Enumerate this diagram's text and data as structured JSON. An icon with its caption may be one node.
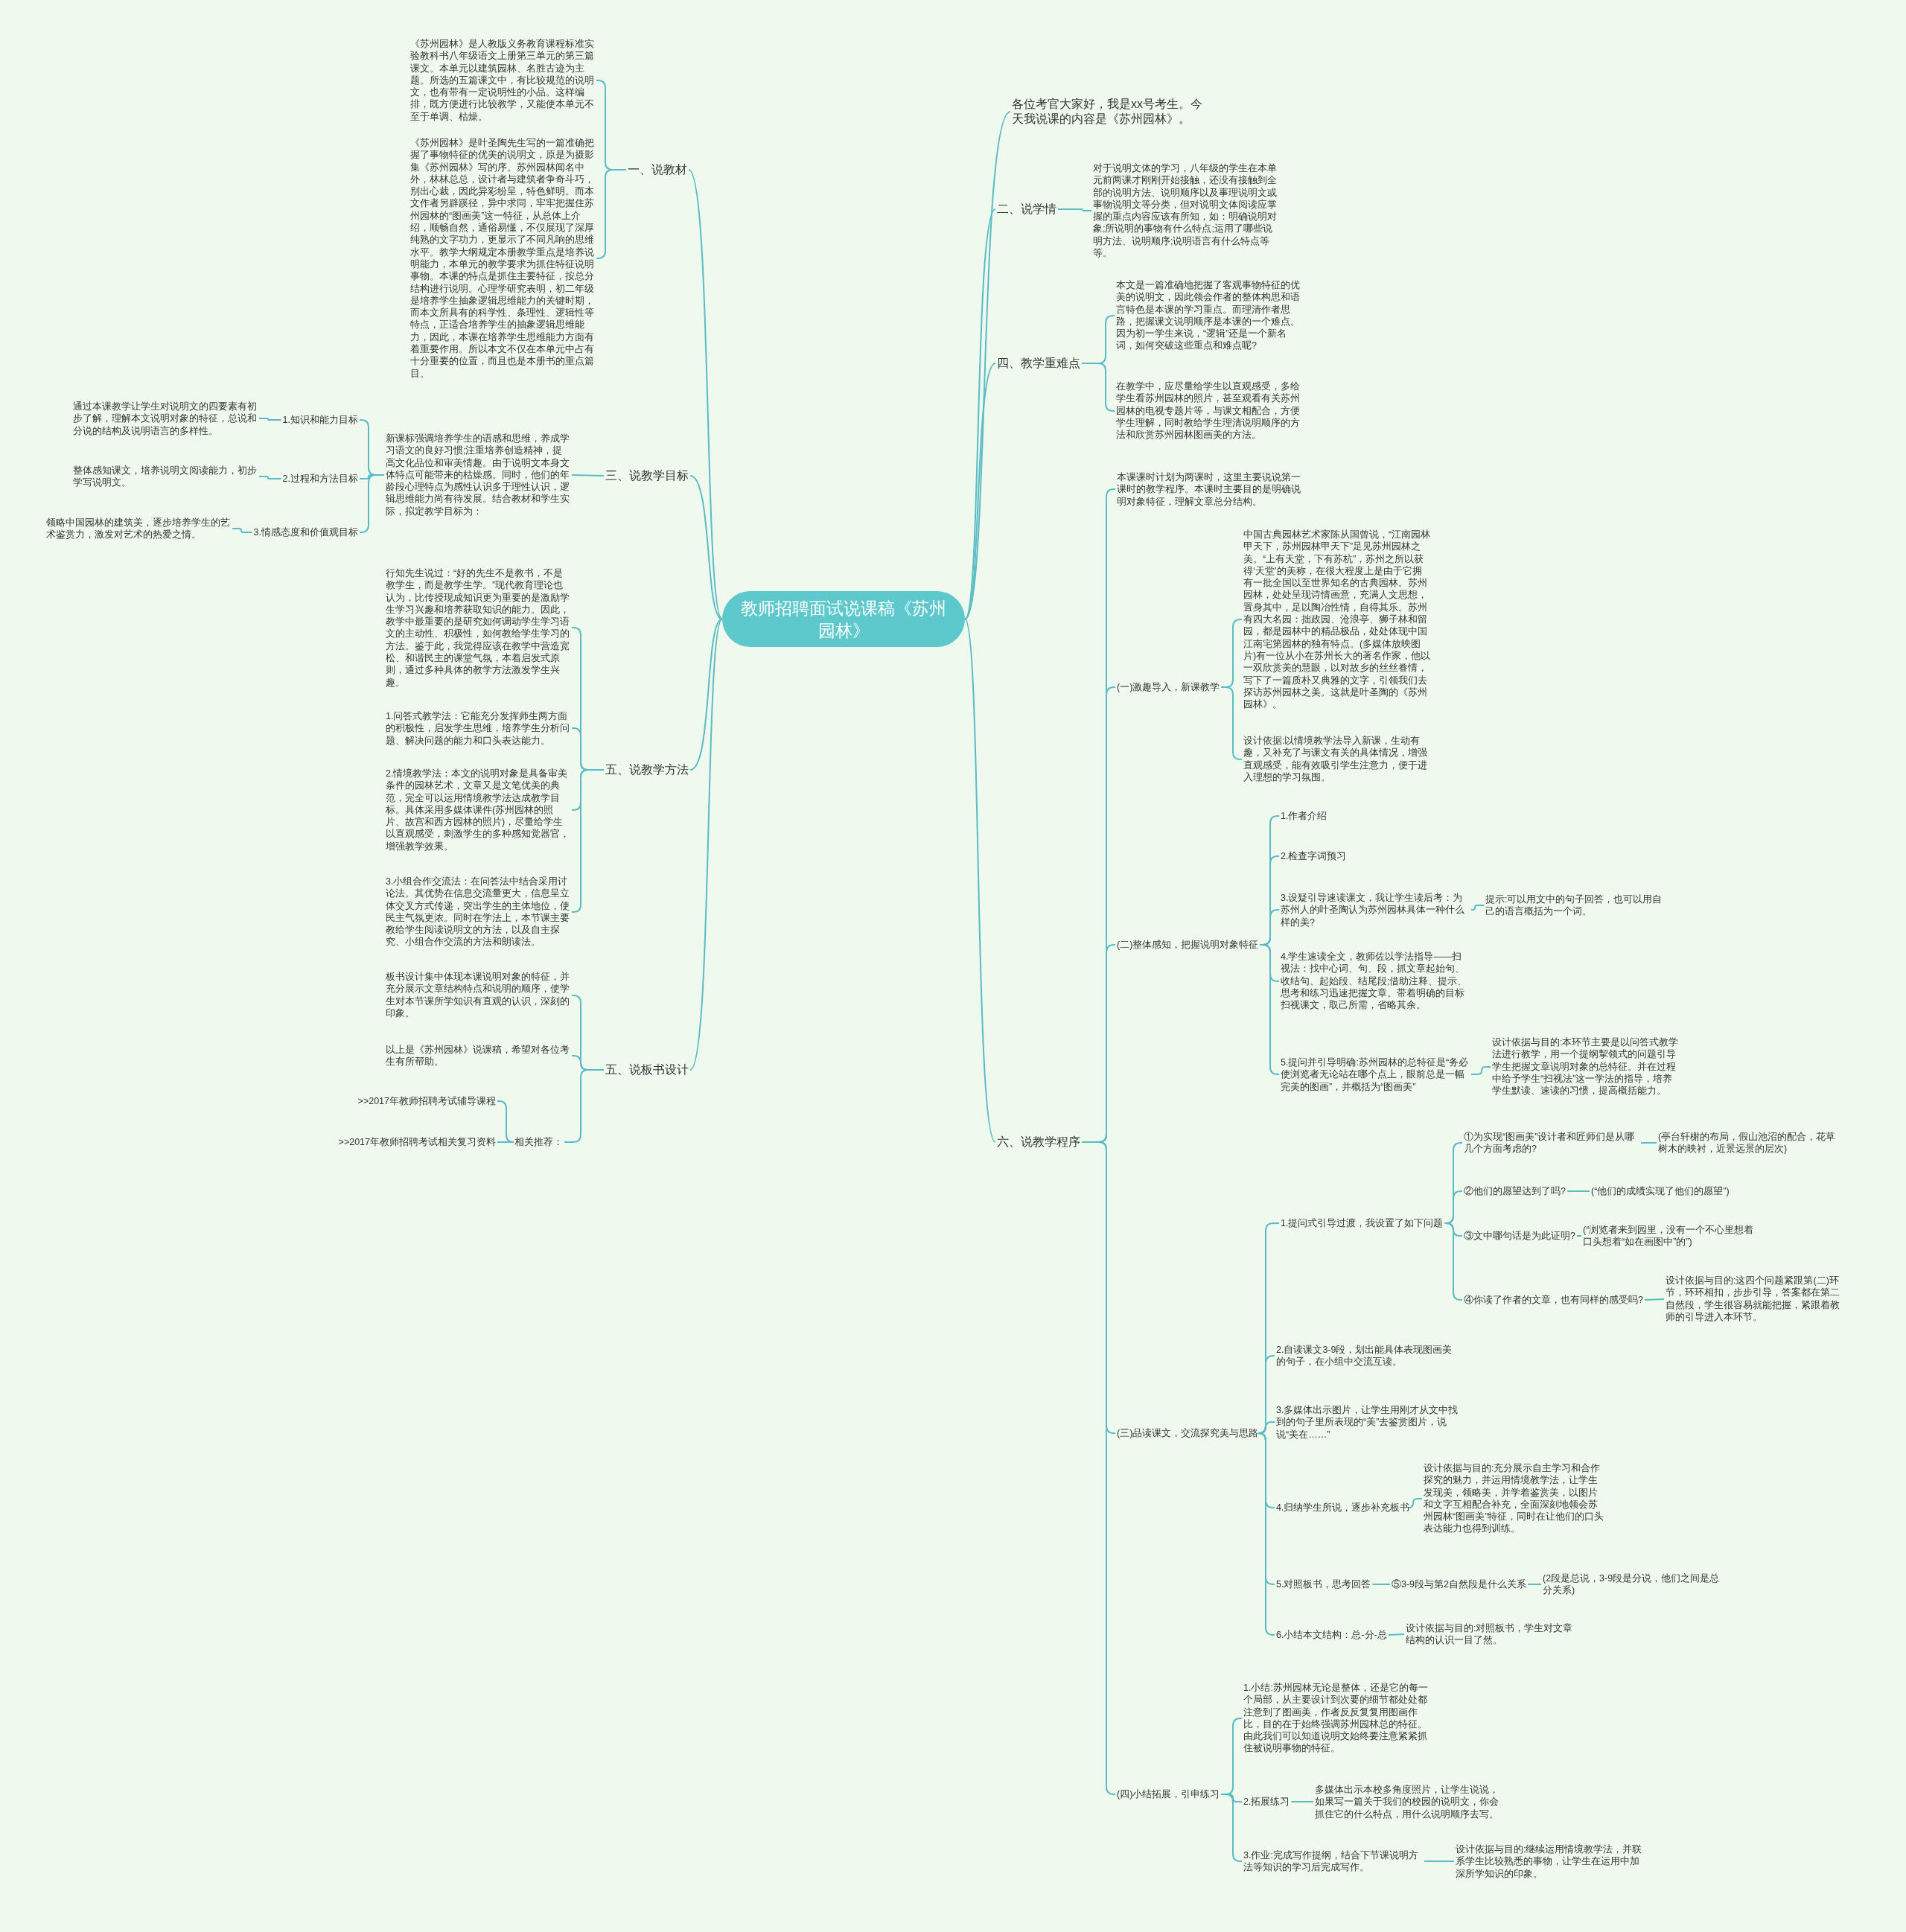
{
  "diagram": {
    "nodes": [
      {
        "text": [
          "教师招聘面试说课稿《苏州园林》"
        ]
      },
      {
        "text": [
          "各位考官大家好，我是xx号考生。今天我说课的内容是《苏州园林》。"
        ]
      },
      {
        "text": [
          "二、说学情"
        ]
      },
      {
        "text": [
          "对于说明文体的学习，八年级的学生在本单元前两课才刚刚开始接触，还没有接触到全部的说明方法、说明顺序以及事理说明文或事物说明文等分类，但对说明文体阅读应掌握的重点内容应该有所知，如：明确说明对象;所说明的事物有什么特点;运用了哪些说明方法、说明顺序;说明语言有什么特点等等。"
        ]
      },
      {
        "text": [
          "四、教学重难点"
        ]
      },
      {
        "text": [
          "本文是一篇准确地把握了客观事物特征的优美的说明文，因此领会作者的整体构思和语言特色是本课的学习重点。而理清作者思路，把握课文说明顺序是本课的一个难点。因为初一学生来说，“逻辑”还是一个新名词，如何突破这些重点和难点呢?"
        ]
      },
      {
        "text": [
          "在教学中，应尽量给学生以直观感受，多给学生看苏州园林的照片，甚至观看有关苏州园林的电视专题片等，与课文相配合，方便学生理解，同时教给学生理清说明顺序的方法和欣赏苏州园林图画美的方法。"
        ]
      },
      {
        "text": [
          "六、说教学程序"
        ]
      },
      {
        "text": [
          "本课课时计划为两课时，这里主要说说第一课时的教学程序。本课时主要目的是明确说明对象特征，理解文章总分结构。"
        ]
      },
      {
        "text": [
          "(一)激趣导入，新课教学"
        ]
      },
      {
        "text": [
          "中国古典园林艺术家陈从国曾说，“江南园林甲天下，苏州园林甲天下”足见苏州园林之美。“上有天堂，下有苏杭”，苏州之所以获得‘天堂’的美称，在很大程度上是由于它拥有一批全国以至世界知名的古典园林。苏州园林，处处呈现诗情画意，充满人文思想，置身其中，足以陶冶性情，自得其乐。苏州有四大名园：拙政园、沧浪亭、狮子林和留园，都是园林中的精品极品，处处体现中国江南宅第园林的独有特点。(多媒体放映图片)有一位从小在苏州长大的著名作家，他以一双欣赏美的慧眼，以对故乡的丝丝眷情，写下了一篇质朴又典雅的文字，引领我们去探访苏州园林之美。这就是叶圣陶的《苏州园林》。"
        ]
      },
      {
        "text": [
          "设计依据:以情境教学法导入新课，生动有趣，又补充了与课文有关的具体情况，增强直观感受，能有效吸引学生注意力，便于进入理想的学习氛围。"
        ]
      },
      {
        "text": [
          "(二)整体感知，把握说明对象特征"
        ]
      },
      {
        "text": [
          "1.作者介绍"
        ]
      },
      {
        "text": [
          "2.检查字词预习"
        ]
      },
      {
        "text": [
          "3.设疑引导速读课文，我让学生读后考：为苏州人的叶圣陶认为苏州园林具体一种什么样的美?"
        ]
      },
      {
        "text": [
          "提示:可以用文中的句子回答，也可以用自己的语言概括为一个词。"
        ]
      },
      {
        "text": [
          "4.学生速读全文，教师佐以学法指导——扫视法：找中心词、句、段，抓文章起始句、收结句、起始段、结尾段;借助注释、提示、思考和练习迅速把握文章。带着明确的目标扫视课文，取己所需，省略其余。"
        ]
      },
      {
        "text": [
          "5.提问并引导明确:苏州园林的总特征是“务必使浏览者无论站在哪个点上，眼前总是一幅完美的图画”，并概括为“图画美”"
        ]
      },
      {
        "text": [
          "设计依据与目的:本环节主要是以问答式教学法进行教学，用一个提纲挈领式的问题引导学生把握文章说明对象的总特征。并在过程中给予学生“扫视法”这一学法的指导，培养学生默读、速读的习惯，提高概括能力。"
        ]
      },
      {
        "text": [
          "(三)品读课文，交流探究美与思路"
        ]
      },
      {
        "text": [
          "1.提问式引导过渡，我设置了如下问题"
        ]
      },
      {
        "text": [
          "①为实现“图画美”设计者和匠师们是从哪几个方面考虑的?"
        ]
      },
      {
        "text": [
          "(亭台轩榭的布局，假山池沼的配合，花草树木的映衬，近景远景的层次)"
        ]
      },
      {
        "text": [
          "②他们的愿望达到了吗?"
        ]
      },
      {
        "text": [
          "(“他们的成绩实现了他们的愿望”)"
        ]
      },
      {
        "text": [
          "③文中哪句话是为此证明?"
        ]
      },
      {
        "text": [
          "(“浏览者来到园里，没有一个不心里想着口头想着“如在画图中”的”)"
        ]
      },
      {
        "text": [
          "④你读了作者的文章，也有同样的感受吗?"
        ]
      },
      {
        "text": [
          "设计依据与目的:这四个问题紧跟第(二)环节，环环相扣，步步引导，答案都在第二自然段，学生很容易就能把握，紧跟着教师的引导进入本环节。"
        ]
      },
      {
        "text": [
          "2.自读课文3-9段，划出能具体表现图画美的句子，在小组中交流互读。"
        ]
      },
      {
        "text": [
          "3.多媒体出示图片，让学生用刚才从文中找到的句子里所表现的“美”去鉴赏图片，说说“美在……”"
        ]
      },
      {
        "text": [
          "4.归纳学生所说，逐步补充板书"
        ]
      },
      {
        "text": [
          "设计依据与目的:充分展示自主学习和合作探究的魅力，并运用情境教学法，让学生发现美，领略美，并学着鉴赏美，以图片和文字互相配合补充，全面深刻地领会苏州园林“图画美”特征，同时在让他们的口头表达能力也得到训练。"
        ]
      },
      {
        "text": [
          "5.对照板书，思考回答"
        ]
      },
      {
        "text": [
          "⑤3-9段与第2自然段是什么关系"
        ]
      },
      {
        "text": [
          "(2段是总说，3-9段是分说，他们之间是总分关系)"
        ]
      },
      {
        "text": [
          "6.小结本文结构：总-分-总"
        ]
      },
      {
        "text": [
          "设计依据与目的:对照板书，学生对文章结构的认识一目了然。"
        ]
      },
      {
        "text": [
          "(四)小结拓展，引申练习"
        ]
      },
      {
        "text": [
          "1.小结:苏州园林无论是整体，还是它的每一个局部，从主要设计到次要的细节都处处都注意到了图画美，作者反反复复用图画作比，目的在于始终强调苏州园林总的特征。由此我们可以知道说明文始终要注意紧紧抓住被说明事物的特征。"
        ]
      },
      {
        "text": [
          "2.拓展练习"
        ]
      },
      {
        "text": [
          "多媒体出示本校多角度照片，让学生说说，如果写一篇关于我们的校园的说明文，你会抓住它的什么特点，用什么说明顺序去写。"
        ]
      },
      {
        "text": [
          "3.作业:完成写作提纲，结合下节课说明方法等知识的学习后完成写作。"
        ]
      },
      {
        "text": [
          "设计依据与目的:继续运用情境教学法，并联系学生比较熟悉的事物，让学生在运用中加深所学知识的印象。"
        ]
      },
      {
        "text": [
          "一、说教材"
        ]
      },
      {
        "text": [
          "《苏州园林》是人教版义务教育课程标准实验教科书八年级语文上册第三单元的第三篇课文。本单元以建筑园林、名胜古迹为主题。所选的五篇课文中，有比较规范的说明文，也有带有一定说明性的小品。这样编排，既方便进行比较教学，又能使本单元不至于单调、枯燥。"
        ]
      },
      {
        "text": [
          "《苏州园林》是叶圣陶先生写的一篇准确把握了事物特征的优美的说明文，原是为摄影集《苏州园林》写的序。苏州园林闻名中外，林林总总，设计者与建筑者争奇斗巧，别出心裁，因此异彩纷呈，特色鲜明。而本文作者另辟蹊径，异中求同，牢牢把握住苏州园林的“图画美”这一特征，从总体上介绍，顺畅自然，通俗易懂，不仅展现了深厚纯熟的文字功力，更显示了不同凡响的思维水平。教学大纲规定本册教学重点是培养说明能力，本单元的教学要求为抓住特征说明事物。本课的特点是抓住主要特征，按总分结构进行说明。心理学研究表明，初二年级是培养学生抽象逻辑思维能力的关键时期，而本文所具有的科学性、条理性、逻辑性等特点，正适合培养学生的抽象逻辑思维能力，因此，本课在培养学生思维能力方面有着重要作用。所以本文不仅在本单元中占有十分重要的位置，而且也是本册书的重点篇目。"
        ]
      },
      {
        "text": [
          "三、说教学目标"
        ]
      },
      {
        "text": [
          "新课标强调培养学生的语感和思维，养成学习语文的良好习惯;注重培养创造精神，提高文化品位和审美情趣。由于说明文本身文体特点可能带来的枯燥感。同时，他们的年龄段心理特点为感性认识多于理性认识，逻辑思维能力尚有待发展。结合教材和学生实际，拟定教学目标为："
        ]
      },
      {
        "text": [
          "1.知识和能力目标"
        ]
      },
      {
        "text": [
          "通过本课教学让学生对说明文的四要素有初步了解，理解本文说明对象的特征，总说和分说的结构及说明语言的多样性。"
        ]
      },
      {
        "text": [
          "2.过程和方法目标"
        ]
      },
      {
        "text": [
          "整体感知课文，培养说明文阅读能力，初步学写说明文。"
        ]
      },
      {
        "text": [
          "3.情感态度和价值观目标"
        ]
      },
      {
        "text": [
          "领略中国园林的建筑美，逐步培养学生的艺术鉴赏力，激发对艺术的热爱之情。"
        ]
      },
      {
        "text": [
          "五、说教学方法"
        ]
      },
      {
        "text": [
          "行知先生说过：“好的先生不是教书，不是教学生，而是教学生学。”现代教育理论也认为，比传授现成知识更为重要的是激励学生学习兴趣和培养获取知识的能力。因此，教学中最重要的是研究如何调动学生学习语文的主动性、积极性，如何教给学生学习的方法。鉴于此，我觉得应该在教学中营造宽松、和谐民主的课堂气氛，本着启发式原则，通过多种具体的教学方法激发学生兴趣。"
        ]
      },
      {
        "text": [
          "1.问答式教学法：它能充分发挥师生两方面的积极性，启发学生思维，培养学生分析问题、解决问题的能力和口头表达能力。"
        ]
      },
      {
        "text": [
          "2.情境教学法：本文的说明对象是具备审美条件的园林艺术，文章又是文笔优美的典范，完全可以运用情境教学法达成教学目标。具体采用多媒体课件(苏州园林的照片、故宫和西方园林的照片)，尽量给学生以直观感受，刺激学生的多种感知觉器官，增强教学效果。"
        ]
      },
      {
        "text": [
          "3.小组合作交流法：在问答法中结合采用讨论法。其优势在信息交流量更大，信息呈立体交叉方式传递，突出学生的主体地位，使民主气氛更浓。同时在学法上，本节课主要教给学生阅读说明文的方法，以及自主探究、小组合作交流的方法和朗读法。"
        ]
      },
      {
        "text": [
          "五、说板书设计"
        ]
      },
      {
        "text": [
          "板书设计集中体现本课说明对象的特征，并充分展示文章结构特点和说明的顺序，使学生对本节课所学知识有直观的认识，深刻的印象。"
        ]
      },
      {
        "text": [
          "以上是《苏州园林》说课稿，希望对各位考生有所帮助。"
        ]
      },
      {
        "text": [
          "相关推荐："
        ]
      },
      {
        "text": [
          ">>2017年教师招聘考试辅导课程"
        ]
      },
      {
        "text": [
          ">>2017年教师招聘考试相关复习资料"
        ]
      }
    ],
    "edges": [
      {
        "from": 0,
        "to": 1,
        "arrow": "none"
      },
      {
        "from": 0,
        "to": 2,
        "arrow": "none"
      },
      {
        "from": 2,
        "to": 3,
        "arrow": "none"
      },
      {
        "from": 0,
        "to": 4,
        "arrow": "none"
      },
      {
        "from": 4,
        "to": 5,
        "arrow": "none"
      },
      {
        "from": 4,
        "to": 6,
        "arrow": "none"
      },
      {
        "from": 0,
        "to": 7,
        "arrow": "none"
      },
      {
        "from": 7,
        "to": 8,
        "arrow": "none"
      },
      {
        "from": 7,
        "to": 9,
        "arrow": "none"
      },
      {
        "from": 9,
        "to": 10,
        "arrow": "none"
      },
      {
        "from": 9,
        "to": 11,
        "arrow": "none"
      },
      {
        "from": 7,
        "to": 12,
        "arrow": "none"
      },
      {
        "from": 12,
        "to": 13,
        "arrow": "none"
      },
      {
        "from": 12,
        "to": 14,
        "arrow": "none"
      },
      {
        "from": 12,
        "to": 15,
        "arrow": "none"
      },
      {
        "from": 15,
        "to": 16,
        "arrow": "none"
      },
      {
        "from": 12,
        "to": 17,
        "arrow": "none"
      },
      {
        "from": 12,
        "to": 18,
        "arrow": "none"
      },
      {
        "from": 18,
        "to": 19,
        "arrow": "none"
      },
      {
        "from": 7,
        "to": 20,
        "arrow": "none"
      },
      {
        "from": 20,
        "to": 21,
        "arrow": "none"
      },
      {
        "from": 21,
        "to": 22,
        "arrow": "none"
      },
      {
        "from": 22,
        "to": 23,
        "arrow": "none"
      },
      {
        "from": 21,
        "to": 24,
        "arrow": "none"
      },
      {
        "from": 24,
        "to": 25,
        "arrow": "none"
      },
      {
        "from": 21,
        "to": 26,
        "arrow": "none"
      },
      {
        "from": 26,
        "to": 27,
        "arrow": "none"
      },
      {
        "from": 21,
        "to": 28,
        "arrow": "none"
      },
      {
        "from": 28,
        "to": 29,
        "arrow": "none"
      },
      {
        "from": 20,
        "to": 30,
        "arrow": "none"
      },
      {
        "from": 20,
        "to": 31,
        "arrow": "none"
      },
      {
        "from": 20,
        "to": 32,
        "arrow": "none"
      },
      {
        "from": 32,
        "to": 33,
        "arrow": "none"
      },
      {
        "from": 20,
        "to": 34,
        "arrow": "none"
      },
      {
        "from": 34,
        "to": 35,
        "arrow": "none"
      },
      {
        "from": 35,
        "to": 36,
        "arrow": "none"
      },
      {
        "from": 20,
        "to": 37,
        "arrow": "none"
      },
      {
        "from": 37,
        "to": 38,
        "arrow": "none"
      },
      {
        "from": 7,
        "to": 39,
        "arrow": "none"
      },
      {
        "from": 39,
        "to": 40,
        "arrow": "none"
      },
      {
        "from": 39,
        "to": 41,
        "arrow": "none"
      },
      {
        "from": 41,
        "to": 42,
        "arrow": "none"
      },
      {
        "from": 39,
        "to": 43,
        "arrow": "none"
      },
      {
        "from": 43,
        "to": 44,
        "arrow": "none"
      },
      {
        "from": 0,
        "to": 45,
        "arrow": "none"
      },
      {
        "from": 45,
        "to": 46,
        "arrow": "none"
      },
      {
        "from": 45,
        "to": 47,
        "arrow": "none"
      },
      {
        "from": 0,
        "to": 48,
        "arrow": "none"
      },
      {
        "from": 48,
        "to": 49,
        "arrow": "none"
      },
      {
        "from": 49,
        "to": 50,
        "arrow": "none"
      },
      {
        "from": 50,
        "to": 51,
        "arrow": "none"
      },
      {
        "from": 49,
        "to": 52,
        "arrow": "none"
      },
      {
        "from": 52,
        "to": 53,
        "arrow": "none"
      },
      {
        "from": 49,
        "to": 54,
        "arrow": "none"
      },
      {
        "from": 54,
        "to": 55,
        "arrow": "none"
      },
      {
        "from": 0,
        "to": 56,
        "arrow": "none"
      },
      {
        "from": 56,
        "to": 57,
        "arrow": "none"
      },
      {
        "from": 56,
        "to": 58,
        "arrow": "none"
      },
      {
        "from": 56,
        "to": 59,
        "arrow": "none"
      },
      {
        "from": 56,
        "to": 60,
        "arrow": "none"
      },
      {
        "from": 0,
        "to": 61,
        "arrow": "none"
      },
      {
        "from": 61,
        "to": 62,
        "arrow": "none"
      },
      {
        "from": 61,
        "to": 63,
        "arrow": "none"
      },
      {
        "from": 61,
        "to": 64,
        "arrow": "none"
      },
      {
        "from": 64,
        "to": 65,
        "arrow": "none"
      },
      {
        "from": 64,
        "to": 66,
        "arrow": "none"
      }
    ]
  }
}
